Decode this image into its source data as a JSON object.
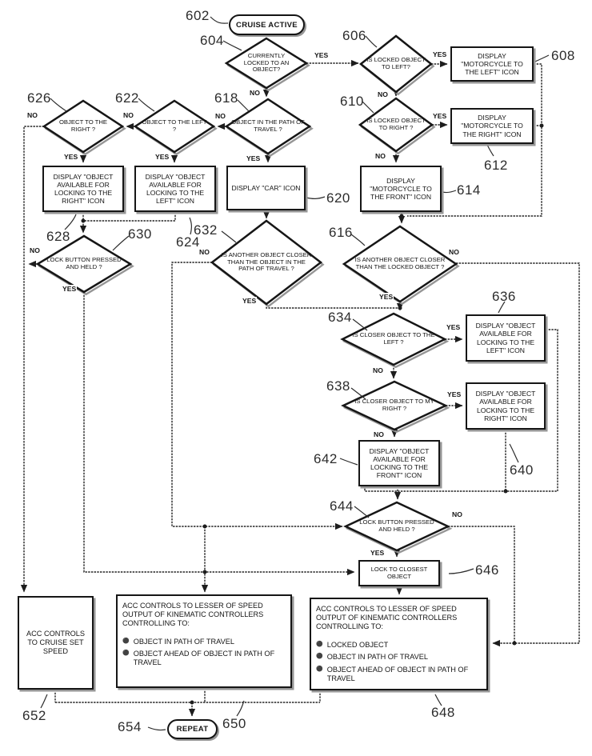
{
  "labels": {
    "yes": "YES",
    "no": "NO"
  },
  "colors": {
    "line": "#1d1d1d",
    "text": "#151515",
    "background": "#ffffff",
    "shadow": "#969696"
  },
  "nodes": {
    "n602": {
      "ref": "602",
      "text": "CRUISE ACTIVE"
    },
    "n604": {
      "ref": "604",
      "text": "CURRENTLY LOCKED TO AN OBJECT?"
    },
    "n606": {
      "ref": "606",
      "text": "IS LOCKED OBJECT TO LEFT?"
    },
    "n608": {
      "ref": "608",
      "text": "DISPLAY \"MOTORCYCLE TO THE LEFT\" ICON"
    },
    "n610": {
      "ref": "610",
      "text": "IS LOCKED OBJECT TO RIGHT ?"
    },
    "n612": {
      "ref": "612",
      "text": "DISPLAY \"MOTORCYCLE TO THE RIGHT\" ICON"
    },
    "n614": {
      "ref": "614",
      "text": "DISPLAY \"MOTORCYCLE TO THE FRONT\" ICON"
    },
    "n616": {
      "ref": "616",
      "text": "IS ANOTHER OBJECT CLOSER THAN THE LOCKED OBJECT ?"
    },
    "n618": {
      "ref": "618",
      "text": "OBJECT IN THE PATH OF TRAVEL ?"
    },
    "n620": {
      "ref": "620",
      "text": "DISPLAY \"CAR\" ICON"
    },
    "n622": {
      "ref": "622",
      "text": "OBJECT TO THE LEFT ?"
    },
    "n624": {
      "ref": "624",
      "text": "DISPLAY \"OBJECT AVAILABLE FOR LOCKING TO THE LEFT\" ICON"
    },
    "n626": {
      "ref": "626",
      "text": "OBJECT TO THE RIGHT ?"
    },
    "n628": {
      "ref": "628",
      "text": "DISPLAY \"OBJECT AVAILABLE FOR LOCKING TO THE RIGHT\" ICON"
    },
    "n630": {
      "ref": "630",
      "text": "LOCK BUTTON PRESSED AND HELD ?"
    },
    "n632": {
      "ref": "632",
      "text": "IS ANOTHER OBJECT CLOSER THAN THE OBJECT IN THE PATH OF TRAVEL ?"
    },
    "n634": {
      "ref": "634",
      "text": "IS CLOSER OBJECT TO THE LEFT ?"
    },
    "n636": {
      "ref": "636",
      "text": "DISPLAY \"OBJECT AVAILABLE FOR LOCKING TO THE LEFT\" ICON"
    },
    "n638": {
      "ref": "638",
      "text": "IS CLOSER OBJECT TO MY RIGHT ?"
    },
    "n640": {
      "ref": "640",
      "text": "DISPLAY \"OBJECT AVAILABLE FOR LOCKING TO THE RIGHT\" ICON"
    },
    "n642": {
      "ref": "642",
      "text": "DISPLAY \"OBJECT AVAILABLE FOR LOCKING TO THE FRONT\" ICON"
    },
    "n644": {
      "ref": "644",
      "text": "LOCK BUTTON PRESSED AND HELD ?"
    },
    "n646": {
      "ref": "646",
      "text": "LOCK TO CLOSEST OBJECT"
    },
    "n648": {
      "ref": "648",
      "heading": "ACC CONTROLS TO LESSER OF SPEED OUTPUT OF KINEMATIC CONTROLLERS CONTROLLING TO:",
      "bullets": [
        "LOCKED OBJECT",
        "OBJECT IN PATH OF TRAVEL",
        "OBJECT AHEAD OF OBJECT IN PATH OF TRAVEL"
      ]
    },
    "n650": {
      "ref": "650",
      "heading": "ACC CONTROLS TO LESSER OF SPEED OUTPUT OF KINEMATIC CONTROLLERS CONTROLLING TO:",
      "bullets": [
        "OBJECT IN PATH OF TRAVEL",
        "OBJECT AHEAD OF OBJECT IN PATH OF TRAVEL"
      ]
    },
    "n652": {
      "ref": "652",
      "text": "ACC CONTROLS TO CRUISE SET SPEED"
    },
    "n654": {
      "ref": "654",
      "text": "REPEAT"
    }
  }
}
